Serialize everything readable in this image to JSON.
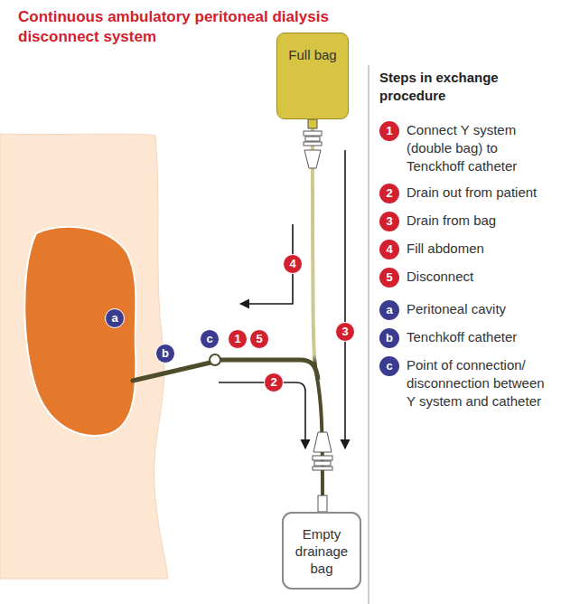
{
  "diagram": {
    "title": "Continuous ambulatory peritoneal dialysis disconnect system",
    "nodes": [
      {
        "text": [
          "Full bag"
        ]
      },
      {
        "text": [
          "Empty drainage bag"
        ]
      }
    ],
    "edges": [
      {
        "from": 0,
        "to": 1,
        "arrow": "none"
      }
    ],
    "labels": [
      "a",
      "b",
      "c",
      "1",
      "5",
      "4",
      "3",
      "2",
      "Steps in exchange procedure",
      "1",
      "Connect Y system (double bag) to Tenckhoff catheter",
      "2",
      "Drain out from patient",
      "3",
      "Drain from bag",
      "4",
      "Fill abdomen",
      "5",
      "Disconnect",
      "a",
      "Peritoneal cavity",
      "b",
      "Tenchkoff catheter",
      "c",
      "Point of connection/ disconnection between Y system and catheter"
    ]
  }
}
